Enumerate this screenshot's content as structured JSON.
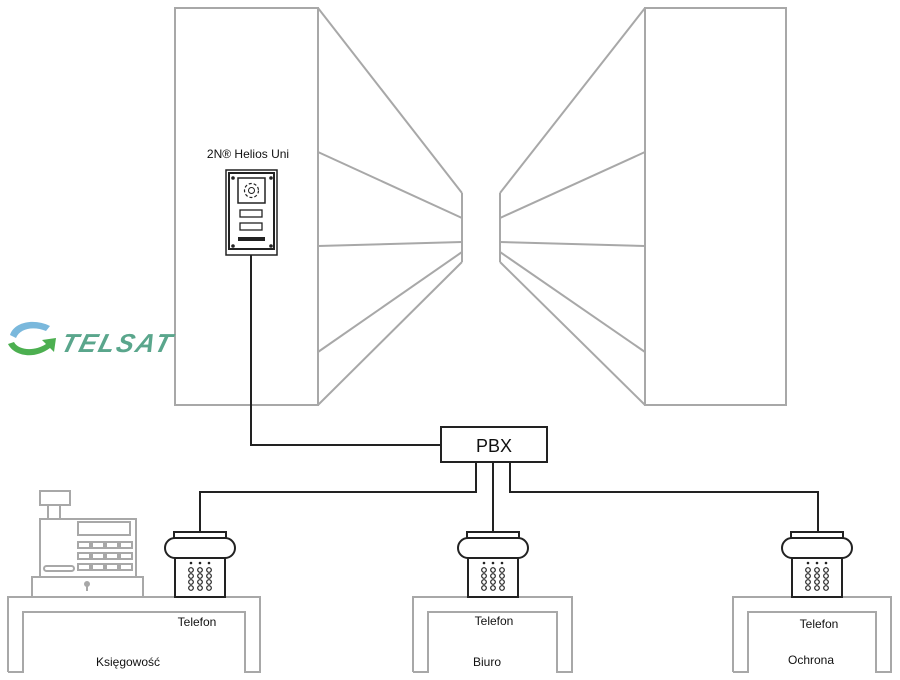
{
  "device": {
    "label": "2N® Helios Uni"
  },
  "pbx": {
    "label": "PBX"
  },
  "logo": {
    "text": "TELSAT"
  },
  "stations": [
    {
      "phone_label": "Telefon",
      "room_label": "Księgowość"
    },
    {
      "phone_label": "Telefon",
      "room_label": "Biuro"
    },
    {
      "phone_label": "Telefon",
      "room_label": "Ochrona"
    }
  ],
  "colors": {
    "logo": "#5aa68c",
    "line": "#222222",
    "outline": "#a8a8a8"
  }
}
